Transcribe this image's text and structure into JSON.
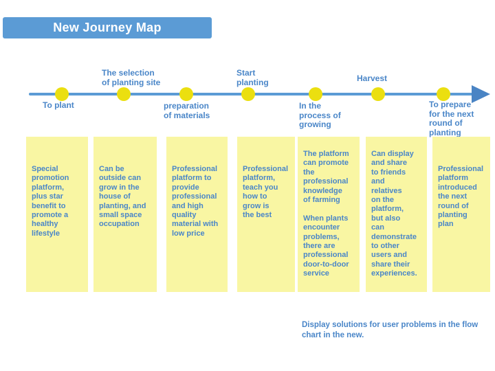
{
  "title": "New Journey Map",
  "colors": {
    "banner_blue": "#5B9BD5",
    "timeline_blue": "#5B9BD5",
    "arrow_blue": "#4A84C4",
    "label_blue": "#4A86C8",
    "dot_yellow": "#EBDF10",
    "box_yellow": "#F9F6A3",
    "background": "#FFFFFF"
  },
  "timeline": {
    "stages": [
      {
        "label": "To plant",
        "side": "below"
      },
      {
        "label": "The selection\nof planting site",
        "side": "above"
      },
      {
        "label": "preparation\nof materials",
        "side": "below"
      },
      {
        "label": "Start\nplanting",
        "side": "above"
      },
      {
        "label": "In the\nprocess of\ngrowing",
        "side": "below"
      },
      {
        "label": "Harvest",
        "side": "above"
      },
      {
        "label": "To prepare\nfor the next\nround of\nplanting",
        "side": "below"
      }
    ]
  },
  "boxes": [
    {
      "text": "Special\npromotion\nplatform,\nplus star\nbenefit to\npromote a\nhealthy\nlifestyle"
    },
    {
      "text": "Can be\noutside can\ngrow in the\nhouse of\nplanting, and\nsmall space\noccupation"
    },
    {
      "text": "Professional\nplatform to\nprovide\nprofessional\nand high\nquality\nmaterial with\nlow price"
    },
    {
      "text": "Professional\nplatform,\nteach you\nhow to\ngrow is\nthe best"
    },
    {
      "text": "The platform\ncan promote\nthe\nprofessional\nknowledge\nof farming\n\nWhen plants\nencounter\nproblems,\nthere are\nprofessional\ndoor-to-door\nservice"
    },
    {
      "text": "Can display\nand share\nto friends\nand\nrelatives\non the\nplatform,\nbut also\ncan\ndemonstrate\nto other\nusers and\nshare their\nexperiences."
    },
    {
      "text": "Professional\nplatform\nintroduced\nthe next\nround of\nplanting\nplan"
    }
  ],
  "note": "Display solutions for user problems in the flow\nchart in the new."
}
